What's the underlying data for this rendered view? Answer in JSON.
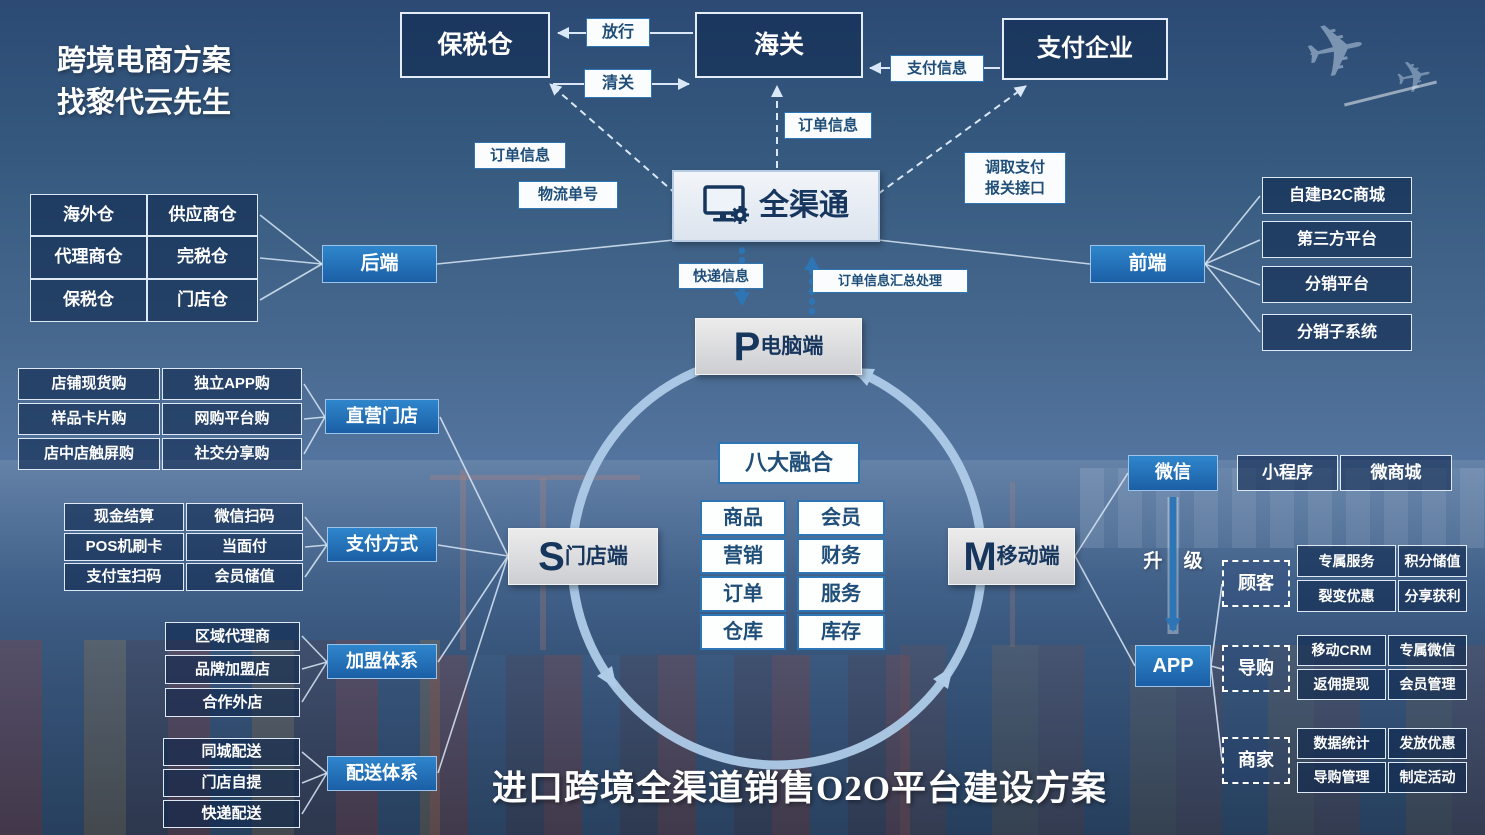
{
  "page": {
    "watermark": "跨境电商方案\n找黎代云先生",
    "bottom_title": "进口跨境全渠道销售O2O平台建设方案"
  },
  "icons": {
    "airplane": "✈"
  },
  "top_flow": {
    "bonded_warehouse": "保税仓",
    "customs": "海关",
    "payment_company": "支付企业",
    "release": "放行",
    "clearance": "清关",
    "payment_info": "支付信息",
    "order_info": "订单信息"
  },
  "hub": {
    "name": "全渠通",
    "order_info": "订单信息",
    "logistics_no": "物流单号",
    "payment_declare_api": "调取支付\n报关接口",
    "express_info": "快递信息",
    "order_merge": "订单信息汇总处理"
  },
  "backend": {
    "label": "后端",
    "warehouses": [
      "海外仓",
      "供应商仓",
      "代理商仓",
      "完税仓",
      "保税仓",
      "门店仓"
    ]
  },
  "frontend": {
    "label": "前端",
    "platforms": [
      "自建B2C商城",
      "第三方平台",
      "分销平台",
      "分销子系统"
    ]
  },
  "terminals": {
    "pc_letter": "P",
    "pc_label": "电脑端",
    "store_letter": "S",
    "store_label": "门店端",
    "mobile_letter": "M",
    "mobile_label": "移动端"
  },
  "fusion": {
    "title": "八大融合",
    "items": [
      "商品",
      "会员",
      "营销",
      "财务",
      "订单",
      "服务",
      "仓库",
      "库存"
    ]
  },
  "store_side": {
    "direct_label": "直营门店",
    "direct_items": [
      "店铺现货购",
      "独立APP购",
      "样品卡片购",
      "网购平台购",
      "店中店触屏购",
      "社交分享购"
    ],
    "payment_label": "支付方式",
    "payment_items": [
      "现金结算",
      "微信扫码",
      "POS机刷卡",
      "当面付",
      "支付宝扫码",
      "会员储值"
    ],
    "franchise_label": "加盟体系",
    "franchise_items": [
      "区域代理商",
      "品牌加盟店",
      "合作外店"
    ],
    "delivery_label": "配送体系",
    "delivery_items": [
      "同城配送",
      "门店自提",
      "快递配送"
    ]
  },
  "mobile_side": {
    "wechat": "微信",
    "mini_program": "小程序",
    "micro_mall": "微商城",
    "upgrade": "升 级",
    "app": "APP",
    "customer_label": "顾客",
    "customer_items": [
      "专属服务",
      "积分储值",
      "裂变优惠",
      "分享获利"
    ],
    "guide_label": "导购",
    "guide_items": [
      "移动CRM",
      "专属微信",
      "返佣提现",
      "会员管理"
    ],
    "merchant_label": "商家",
    "merchant_items": [
      "数据统计",
      "发放优惠",
      "导购管理",
      "制定活动"
    ]
  }
}
